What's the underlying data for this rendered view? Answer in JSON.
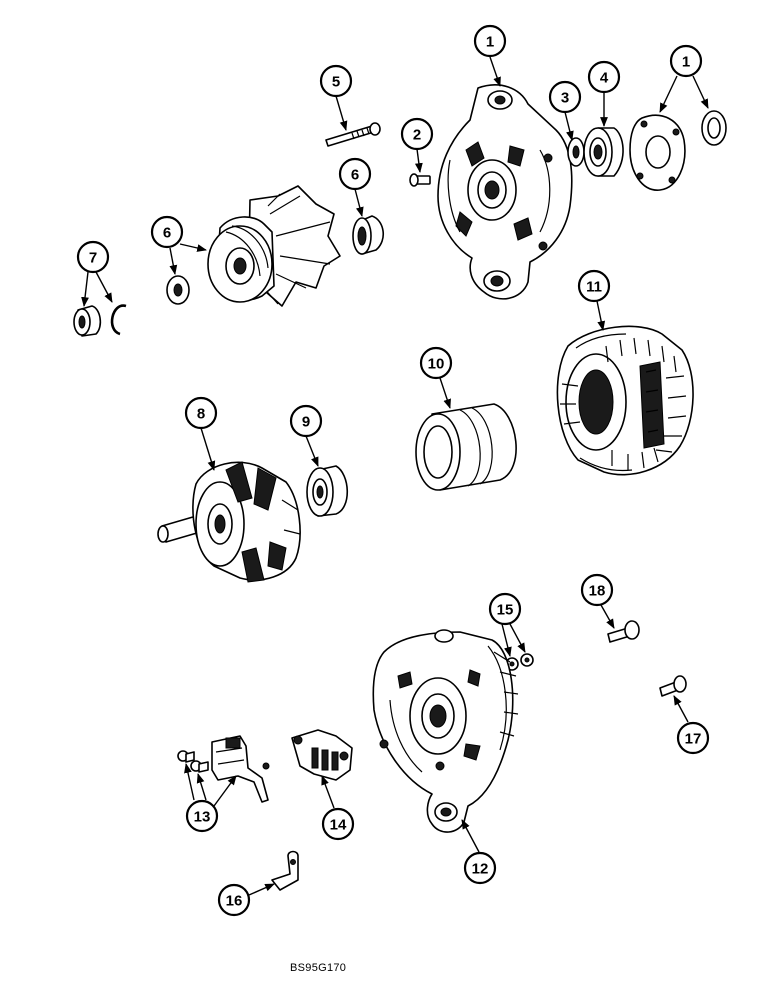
{
  "figure_code": "BS95G170",
  "callouts": {
    "c1a": "1",
    "c1b": "1",
    "c2": "2",
    "c3": "3",
    "c4": "4",
    "c5": "5",
    "c6a": "6",
    "c6b": "6",
    "c7": "7",
    "c8": "8",
    "c9": "9",
    "c10": "10",
    "c11": "11",
    "c12": "12",
    "c13": "13",
    "c14": "14",
    "c15": "15",
    "c16": "16",
    "c17": "17",
    "c18": "18"
  }
}
